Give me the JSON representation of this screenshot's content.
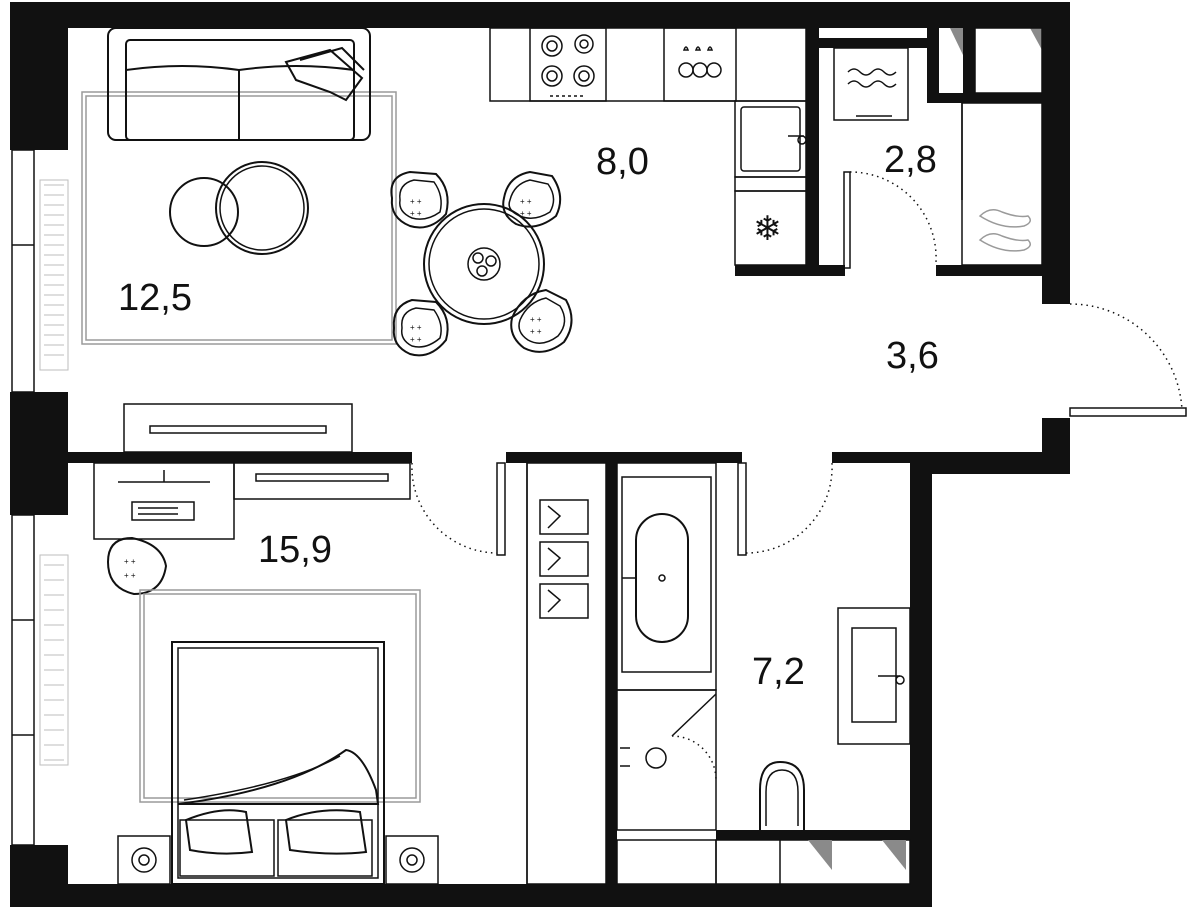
{
  "rooms": [
    {
      "id": "living",
      "area": "12,5"
    },
    {
      "id": "kitchen",
      "area": "8,0"
    },
    {
      "id": "laundry",
      "area": "2,8"
    },
    {
      "id": "hall",
      "area": "3,6"
    },
    {
      "id": "bedroom",
      "area": "15,9"
    },
    {
      "id": "bathroom",
      "area": "7,2"
    }
  ],
  "colors": {
    "wall": "#111111",
    "furniture_line": "#111111",
    "rug_line": "#9a9a9a",
    "background": "#ffffff"
  }
}
